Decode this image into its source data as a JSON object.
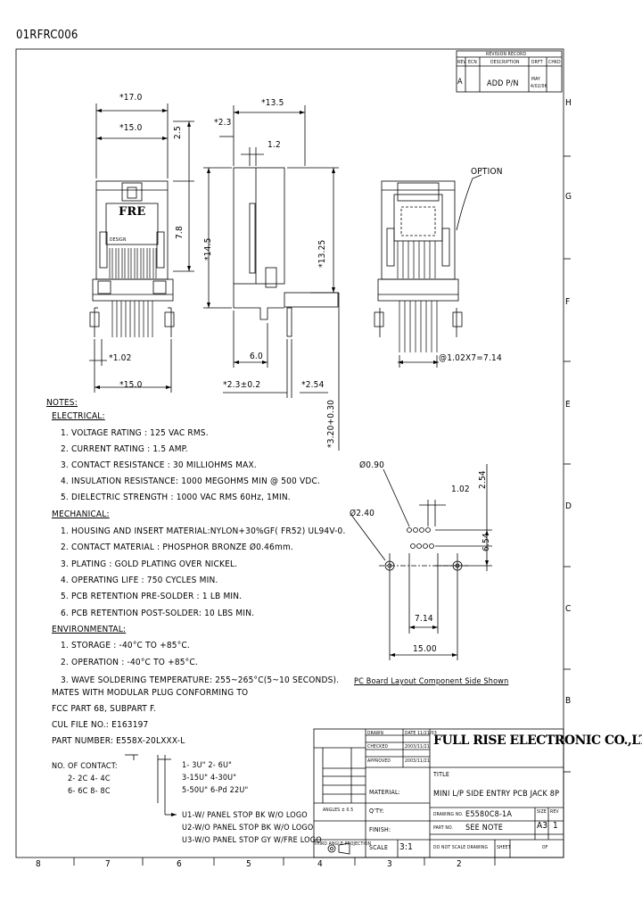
{
  "doc_code": "01RFRC006",
  "revision": {
    "header": "REVISION RECORD",
    "cols": [
      "REV",
      "ECN",
      "DESCRIPTION",
      "DRFT",
      "CHKD"
    ],
    "row": {
      "rev": "A",
      "desc": "ADD P/N",
      "drft": "MAY",
      "date": "4/02/06"
    }
  },
  "front_view": {
    "dim_top1": "*17.0",
    "dim_top2": "*15.0",
    "dim_right1": "2.5",
    "dim_right2": "7.8",
    "logo": "FRE",
    "small_label": "DESIGN",
    "dim_pin": "*1.02",
    "dim_bottom": "*15.0"
  },
  "side_view": {
    "dim_top": "*13.5",
    "dim_left": "*2.3",
    "dim_small": "1.2",
    "dim_h1": "*14.5",
    "dim_h2": "*13.25",
    "dim_6": "6.0",
    "dim_bottom_left": "*2.3±0.2",
    "dim_bottom_right": "*2.54",
    "dim_vertical": "*3.20+0.30"
  },
  "rear_view": {
    "option": "OPTION",
    "dim_pitch": "@1.02X7=7.14"
  },
  "pcb_layout": {
    "d090": "Ø0.90",
    "d240": "Ø2.40",
    "dim_102": "1.02",
    "dim_254": "2.54",
    "dim_654": "6.54",
    "dim_714": "7.14",
    "dim_1500": "15.00",
    "caption": "PC Board Layout Component Side Shown"
  },
  "notes": {
    "title": "NOTES:",
    "electrical_title": "ELECTRICAL:",
    "electrical": [
      "1. VOLTAGE RATING         : 125 VAC RMS.",
      "2. CURRENT RATING           : 1.5 AMP.",
      "3. CONTACT RESISTANCE  : 30 MILLIOHMS MAX.",
      "4. INSULATION RESISTANCE: 1000 MEGOHMS MIN @ 500 VDC.",
      "5. DIELECTRIC STRENGTH  : 1000 VAC RMS 60Hz, 1MIN."
    ],
    "mechanical_title": "MECHANICAL:",
    "mechanical": [
      "1. HOUSING AND INSERT MATERIAL:NYLON+30%GF( FR52) UL94V-0.",
      "2. CONTACT MATERIAL              : PHOSPHOR BRONZE Ø0.46mm.",
      "3. PLATING                              : GOLD PLATING OVER NICKEL.",
      "4. OPERATING LIFE                  : 750 CYCLES MIN.",
      "5. PCB RETENTION PRE-SOLDER  : 1 LB MIN.",
      "6. PCB RETENTION POST-SOLDER: 10 LBS MIN."
    ],
    "environmental_title": "ENVIRONMENTAL:",
    "environmental": [
      "1. STORAGE : -40°C TO +85°C.",
      "2. OPERATION : -40°C TO +85°C.",
      "3. WAVE SOLDERING TEMPERATURE:  255~265°C(5~10 SECONDS)."
    ],
    "extra": [
      "MATES WITH MODULAR PLUG CONFORMING TO",
      "FCC PART 68, SUBPART F.",
      "CUL FILE NO.: E163197",
      "PART NUMBER: E558X-20LXXX-L"
    ]
  },
  "part_number": {
    "contact_title": "NO. OF CONTACT:",
    "contacts": [
      "2- 2C    4- 4C",
      "6- 6C    8- 8C"
    ],
    "plating": [
      "1- 3U\"   2- 6U\"",
      "3-15U\"  4-30U\"",
      "5-50U\"  6-Pd 22U\""
    ],
    "options": [
      "U1-W/ PANEL STOP BK W/O LOGO",
      "U2-W/O PANEL STOP BK W/O LOGO",
      "U3-W/O PANEL STOP GY W/FRE LOGO"
    ]
  },
  "title_block": {
    "company": "FULL RISE ELECTRONIC CO.,LTD",
    "title_label": "TITLE",
    "title": "MINI L/P SIDE ENTRY PCB JACK 8P",
    "drawing_no_label": "DRAWING NO.",
    "drawing_no": "E5580C8-1A",
    "part_no_label": "PART NO.",
    "part_no": "SEE NOTE",
    "size_label": "SIZE",
    "size": "A3",
    "rev_label": "REV",
    "rev": "1",
    "scale_label": "SCALE",
    "scale": "3:1",
    "sheet_label": "SHEET",
    "sheet": "OF",
    "do_not_scale": "DO NOT SCALE DRAWING",
    "third_angle": "THIRD ANGLE PROJECTION",
    "qty_label": "Q'TY:",
    "finish_label": "FINISH:",
    "material_label": "MATERIAL:",
    "angles": "ANGLES ± 0.5",
    "dwn_label": "DRAWN",
    "chk_label": "CHECKED",
    "appr_label": "APPROVED",
    "dwn_date": "DATE 11/21/03",
    "chk_date": "2003/11/21",
    "appr_date": "2003/11/21"
  },
  "zones": {
    "right": [
      "H",
      "G",
      "F",
      "E",
      "D",
      "C",
      "B"
    ],
    "bottom": [
      "8",
      "7",
      "6",
      "5",
      "4",
      "3",
      "2"
    ]
  }
}
